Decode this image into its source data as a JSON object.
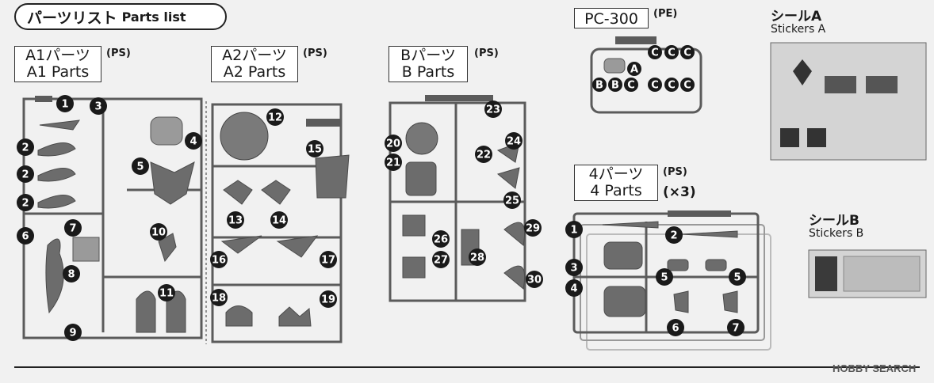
{
  "title": {
    "jp": "パーツリスト",
    "en": "Parts list"
  },
  "sections": {
    "a1": {
      "jp": "A1パーツ",
      "en": "A1 Parts",
      "material": "(PS)",
      "runner_tag": "A1"
    },
    "a2": {
      "jp": "A2パーツ",
      "en": "A2 Parts",
      "material": "(PS)",
      "runner_tag": "A2"
    },
    "b": {
      "jp": "Bパーツ",
      "en": "B Parts",
      "material": "(PS)",
      "runner_tag": "B"
    },
    "pc": {
      "name": "PC-300",
      "material": "(PE)"
    },
    "p4": {
      "jp": "4パーツ",
      "en": "4 Parts",
      "material": "(PS)",
      "qty": "(×3)"
    }
  },
  "stickers": {
    "a": {
      "jp": "シールA",
      "en": "Stickers A"
    },
    "b": {
      "jp": "シールB",
      "en": "Stickers B"
    }
  },
  "numbers": {
    "a1": [
      "1",
      "2",
      "2",
      "2",
      "3",
      "4",
      "5",
      "6",
      "7",
      "8",
      "9",
      "10",
      "11"
    ],
    "a2": [
      "12",
      "13",
      "14",
      "15",
      "16",
      "17",
      "18",
      "19"
    ],
    "b": [
      "20",
      "21",
      "22",
      "23",
      "24",
      "25",
      "26",
      "27",
      "28",
      "29",
      "30"
    ],
    "pc": [
      "C",
      "C",
      "C",
      "A",
      "B",
      "B",
      "C",
      "C",
      "C",
      "C"
    ],
    "p4": [
      "1",
      "2",
      "3",
      "4",
      "5",
      "5",
      "6",
      "7"
    ]
  },
  "watermark": "HOBBY SEARCH"
}
